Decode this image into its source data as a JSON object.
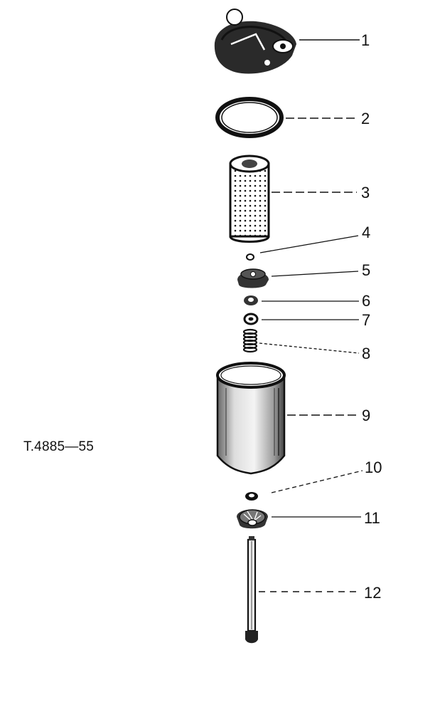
{
  "drawing_ref": "T.4885—55",
  "callouts": [
    {
      "n": "1"
    },
    {
      "n": "2"
    },
    {
      "n": "3"
    },
    {
      "n": "4"
    },
    {
      "n": "5"
    },
    {
      "n": "6"
    },
    {
      "n": "7"
    },
    {
      "n": "8"
    },
    {
      "n": "9"
    },
    {
      "n": "10"
    },
    {
      "n": "11"
    },
    {
      "n": "12"
    }
  ],
  "colors": {
    "ink": "#111111",
    "paper": "#ffffff",
    "shade": "#5a5a5a"
  }
}
